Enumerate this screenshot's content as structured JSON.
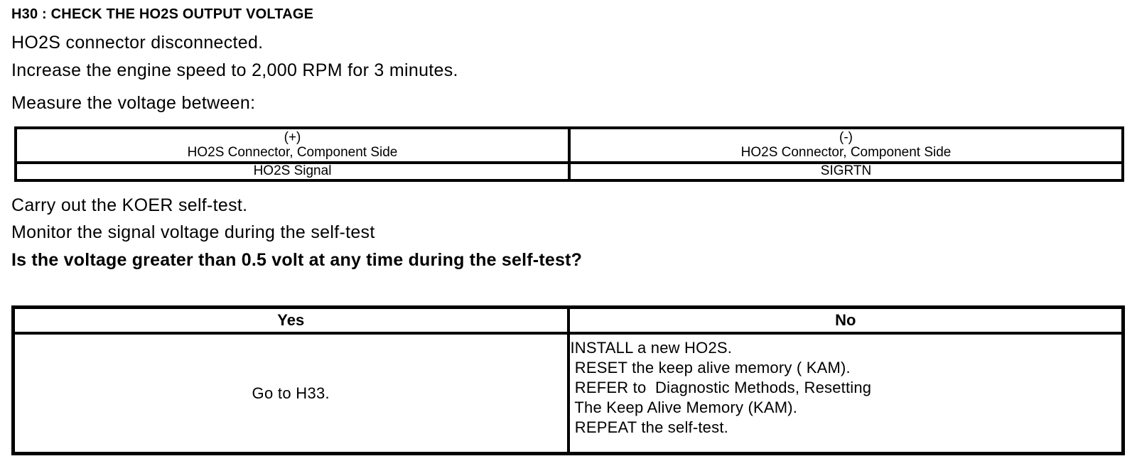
{
  "document": {
    "heading": "H30 : CHECK THE HO2S OUTPUT VOLTAGE",
    "instructions": [
      "HO2S connector disconnected.",
      "Increase the engine speed to 2,000 RPM for 3 minutes.",
      "Measure the voltage between:"
    ],
    "measurement_table": {
      "positive": {
        "polarity": "(+)",
        "location": "HO2S Connector, Component Side",
        "signal": "HO2S Signal"
      },
      "negative": {
        "polarity": "(-)",
        "location": "HO2S Connector, Component Side",
        "signal": "SIGRTN"
      }
    },
    "post_instructions": [
      "Carry out the KOER self-test.",
      "Monitor the signal voltage during the self-test"
    ],
    "question": "Is the voltage greater than 0.5 volt at any time during the self-test?",
    "decision_table": {
      "yes_header": "Yes",
      "no_header": "No",
      "yes_result": "Go to H33.",
      "no_results": [
        "INSTALL a new HO2S.",
        " RESET the keep alive memory ( KAM).",
        " REFER to  Diagnostic Methods, Resetting",
        " The Keep Alive Memory (KAM).",
        " REPEAT the self-test."
      ]
    }
  }
}
